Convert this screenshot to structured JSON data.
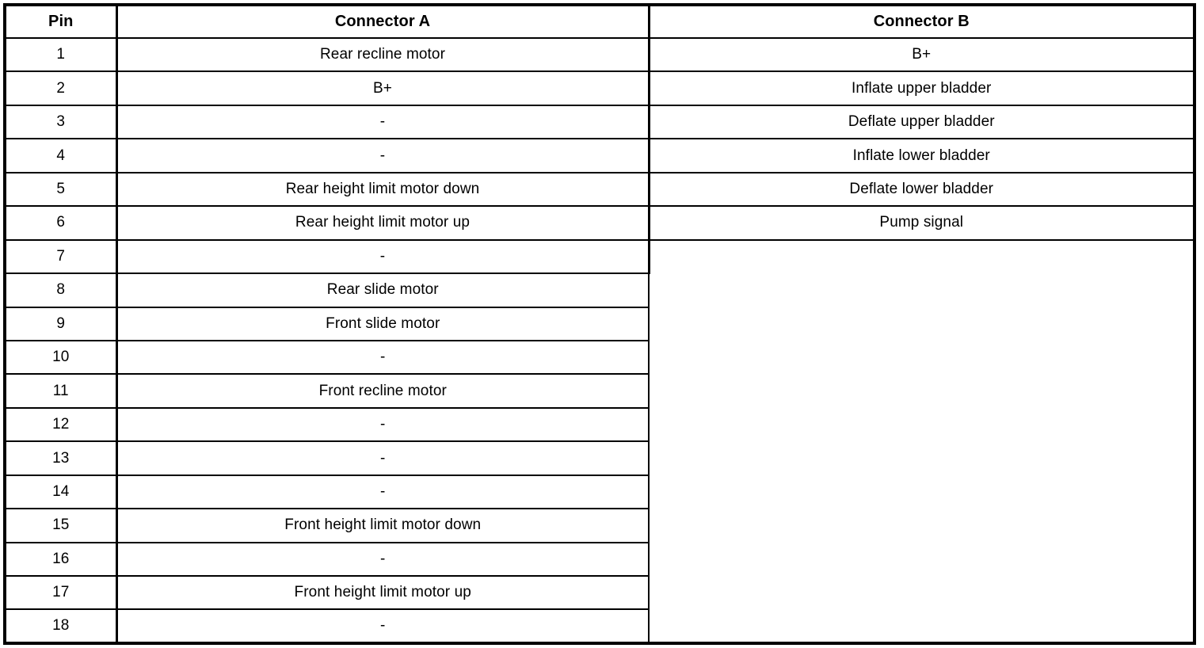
{
  "table": {
    "columns": [
      {
        "key": "pin",
        "label": "Pin"
      },
      {
        "key": "connector_a",
        "label": "Connector A"
      },
      {
        "key": "connector_b",
        "label": "Connector B"
      }
    ],
    "empty_marker": "-",
    "rows": [
      {
        "pin": "1",
        "connector_a": "Rear recline motor",
        "connector_b": "B+"
      },
      {
        "pin": "2",
        "connector_a": "B+",
        "connector_b": "Inflate upper bladder"
      },
      {
        "pin": "3",
        "connector_a": "-",
        "connector_b": "Deflate upper bladder"
      },
      {
        "pin": "4",
        "connector_a": "-",
        "connector_b": "Inflate lower bladder"
      },
      {
        "pin": "5",
        "connector_a": "Rear height limit motor down",
        "connector_b": "Deflate lower bladder"
      },
      {
        "pin": "6",
        "connector_a": "Rear height limit motor up",
        "connector_b": "Pump signal"
      },
      {
        "pin": "7",
        "connector_a": "-"
      },
      {
        "pin": "8",
        "connector_a": "Rear slide motor"
      },
      {
        "pin": "9",
        "connector_a": "Front slide motor"
      },
      {
        "pin": "10",
        "connector_a": "-"
      },
      {
        "pin": "11",
        "connector_a": "Front recline motor"
      },
      {
        "pin": "12",
        "connector_a": "-"
      },
      {
        "pin": "13",
        "connector_a": "-"
      },
      {
        "pin": "14",
        "connector_a": "-"
      },
      {
        "pin": "15",
        "connector_a": "Front height limit motor down"
      },
      {
        "pin": "16",
        "connector_a": "-"
      },
      {
        "pin": "17",
        "connector_a": "Front height limit motor up"
      },
      {
        "pin": "18",
        "connector_a": "-"
      }
    ],
    "connector_b_populated_rows": 6,
    "colors": {
      "border": "#000000",
      "text": "#000000",
      "background": "#ffffff"
    }
  }
}
